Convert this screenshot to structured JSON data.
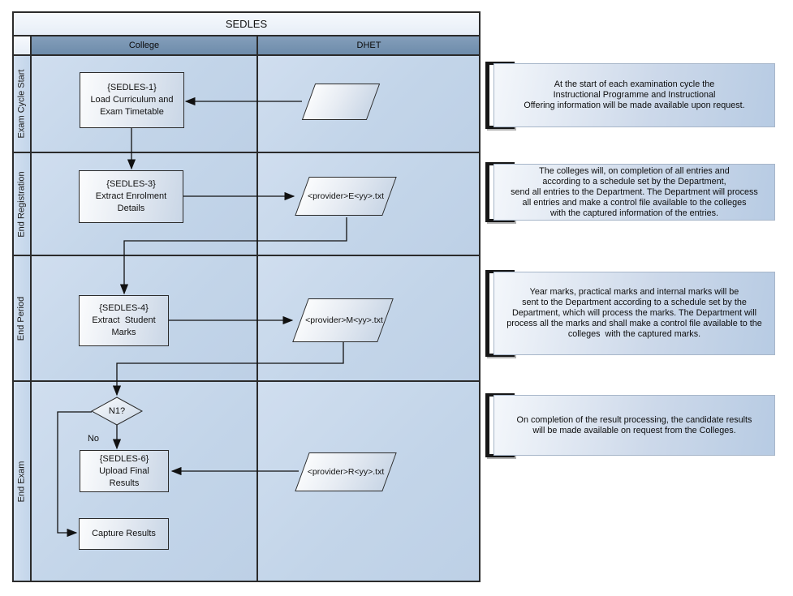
{
  "diagram": {
    "title": "SEDLES",
    "columns": [
      {
        "label": "College"
      },
      {
        "label": "DHET"
      }
    ],
    "rows": [
      {
        "label": "Exam Cycle Start"
      },
      {
        "label": "End Registration"
      },
      {
        "label": "End Period"
      },
      {
        "label": "End Exam"
      }
    ],
    "nodes": {
      "sedles1": {
        "label": "{SEDLES-1}\nLoad Curriculum and\nExam Timetable"
      },
      "sedles3": {
        "label": "{SEDLES-3}\nExtract Enrolment\nDetails"
      },
      "sedles4": {
        "label": "{SEDLES-4}\nExtract  Student\nMarks"
      },
      "sedles6": {
        "label": "{SEDLES-6}\nUpload Final\nResults"
      },
      "capture_results": {
        "label": "Capture Results"
      },
      "decision": {
        "label": "N1?",
        "branch_no": "No"
      },
      "file_enrolment": {
        "label": "<provider>E<yy>.txt"
      },
      "file_marks": {
        "label": "<provider>M<yy>.txt"
      },
      "file_results": {
        "label": "<provider>R<yy>.txt"
      }
    },
    "annotations": [
      {
        "text": "At the start of each examination cycle the\nInstructional Programme and Instructional\nOffering information will be made available upon request."
      },
      {
        "text": "The colleges will, on completion of all entries and\naccording to a schedule set by the Department,\nsend all entries to the Department. The Department will process\nall entries and make a control file available to the colleges\nwith the captured information of the entries."
      },
      {
        "text": "Year marks, practical marks and internal marks will be\nsent to the Department according to a schedule set by the\nDepartment, which will process the marks. The Department will\nprocess all the marks and shall make a control file available to the\ncolleges  with the captured marks."
      },
      {
        "text": "On completion of the result processing, the candidate results\nwill be made available on request from the Colleges."
      }
    ],
    "colors": {
      "header_fill": "#7795b2",
      "lane_fill": "#c3d5e9",
      "title_fill": "#eef3fa",
      "shape_fill_light": "#fbfcfd",
      "shape_fill_dark": "#c9d6e6",
      "annotation_fill_left": "#f4f7fb",
      "annotation_fill_right": "#b7cbe3",
      "line_color": "#111111"
    }
  }
}
